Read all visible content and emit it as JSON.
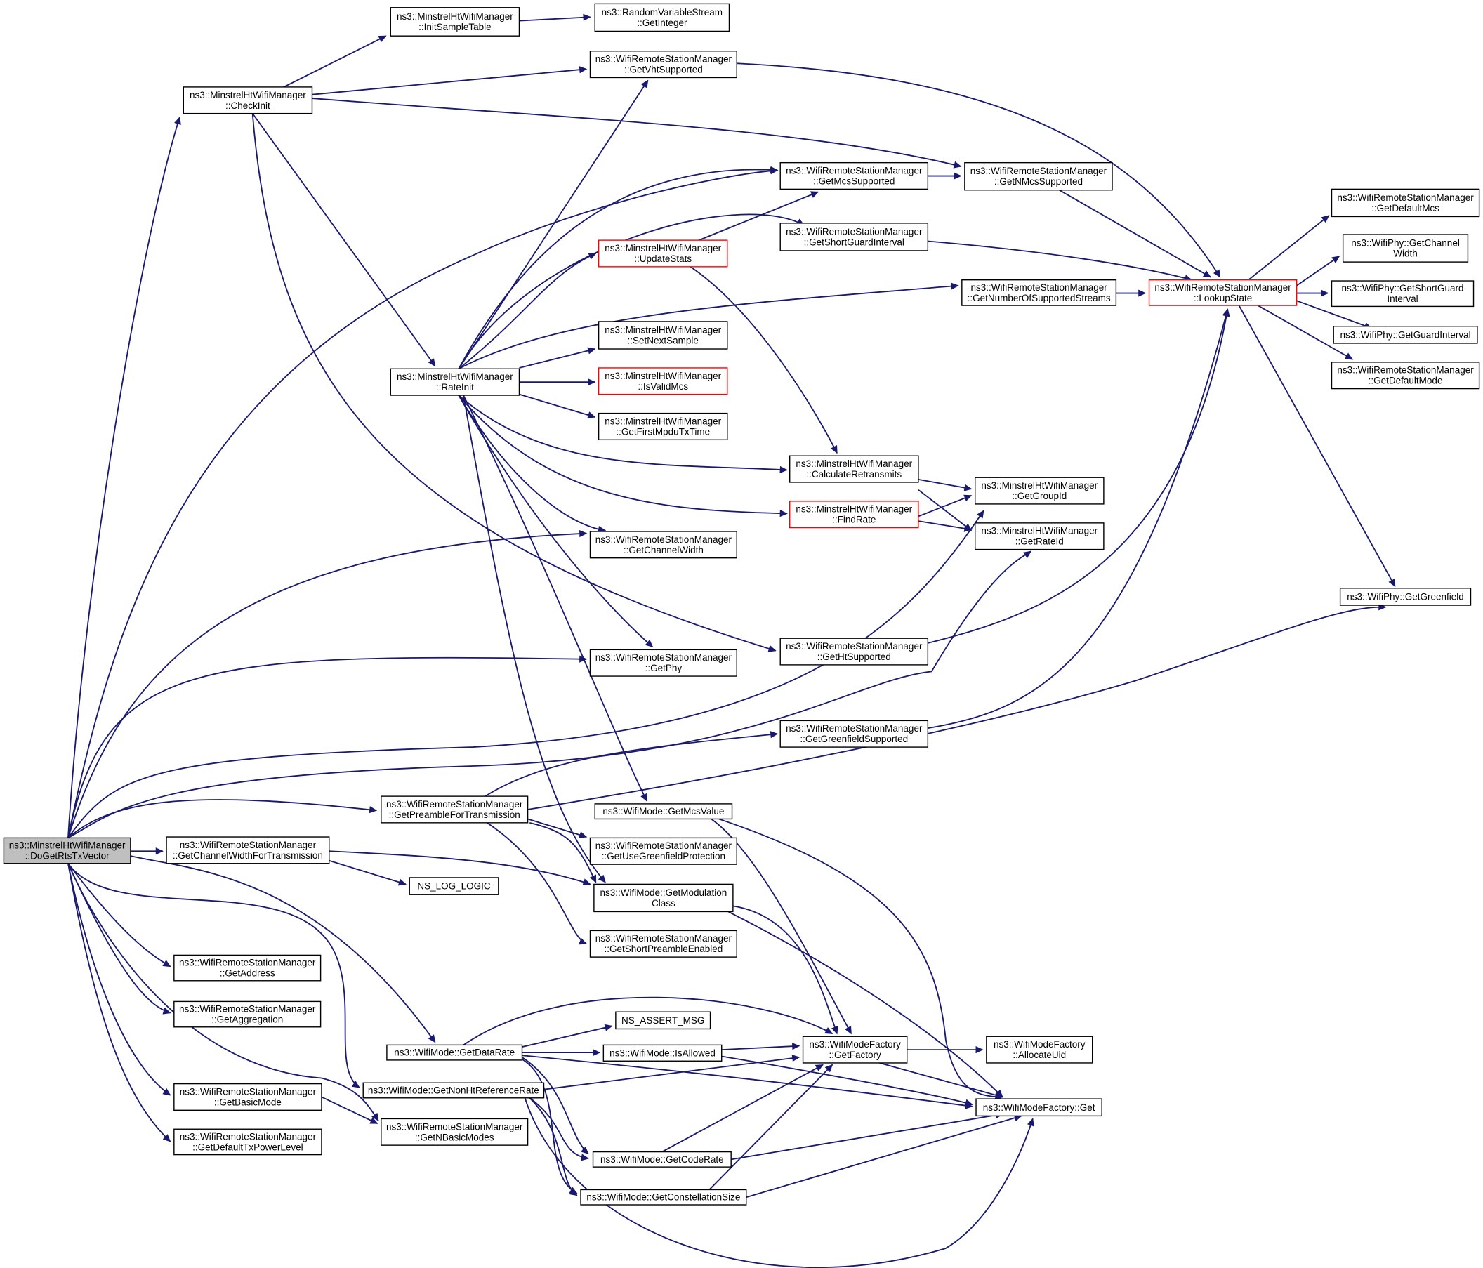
{
  "diagram": {
    "type": "call-graph",
    "nodes": [
      {
        "id": "DoGetRtsTxVector",
        "lines": [
          "ns3::MinstrelHtWifiManager",
          "::DoGetRtsTxVector"
        ],
        "style": "root"
      },
      {
        "id": "CheckInit",
        "lines": [
          "ns3::MinstrelHtWifiManager",
          "::CheckInit"
        ],
        "style": "normal"
      },
      {
        "id": "InitSampleTable",
        "lines": [
          "ns3::MinstrelHtWifiManager",
          "::InitSampleTable"
        ],
        "style": "normal"
      },
      {
        "id": "GetInteger",
        "lines": [
          "ns3::RandomVariableStream",
          "::GetInteger"
        ],
        "style": "normal"
      },
      {
        "id": "GetVhtSupported",
        "lines": [
          "ns3::WifiRemoteStationManager",
          "::GetVhtSupported"
        ],
        "style": "normal"
      },
      {
        "id": "GetMcsSupported",
        "lines": [
          "ns3::WifiRemoteStationManager",
          "::GetMcsSupported"
        ],
        "style": "normal"
      },
      {
        "id": "GetNMcsSupported",
        "lines": [
          "ns3::WifiRemoteStationManager",
          "::GetNMcsSupported"
        ],
        "style": "normal"
      },
      {
        "id": "GetShortGuardInterval",
        "lines": [
          "ns3::WifiRemoteStationManager",
          "::GetShortGuardInterval"
        ],
        "style": "normal"
      },
      {
        "id": "UpdateStats",
        "lines": [
          "ns3::MinstrelHtWifiManager",
          "::UpdateStats"
        ],
        "style": "red"
      },
      {
        "id": "GetNumberOfSupportedStreams",
        "lines": [
          "ns3::WifiRemoteStationManager",
          "::GetNumberOfSupportedStreams"
        ],
        "style": "normal"
      },
      {
        "id": "LookupState",
        "lines": [
          "ns3::WifiRemoteStationManager",
          "::LookupState"
        ],
        "style": "red"
      },
      {
        "id": "GetDefaultMcs",
        "lines": [
          "ns3::WifiRemoteStationManager",
          "::GetDefaultMcs"
        ],
        "style": "normal"
      },
      {
        "id": "PhyGetChannelWidth",
        "lines": [
          "ns3::WifiPhy::GetChannel",
          "Width"
        ],
        "style": "normal"
      },
      {
        "id": "PhyGetShortGuardInterval",
        "lines": [
          "ns3::WifiPhy::GetShortGuard",
          "Interval"
        ],
        "style": "normal"
      },
      {
        "id": "GetGuardInterval",
        "lines": [
          "ns3::WifiPhy::GetGuardInterval"
        ],
        "style": "normal"
      },
      {
        "id": "GetDefaultMode",
        "lines": [
          "ns3::WifiRemoteStationManager",
          "::GetDefaultMode"
        ],
        "style": "normal"
      },
      {
        "id": "SetNextSample",
        "lines": [
          "ns3::MinstrelHtWifiManager",
          "::SetNextSample"
        ],
        "style": "normal"
      },
      {
        "id": "RateInit",
        "lines": [
          "ns3::MinstrelHtWifiManager",
          "::RateInit"
        ],
        "style": "normal"
      },
      {
        "id": "IsValidMcs",
        "lines": [
          "ns3::MinstrelHtWifiManager",
          "::IsValidMcs"
        ],
        "style": "red"
      },
      {
        "id": "GetFirstMpduTxTime",
        "lines": [
          "ns3::MinstrelHtWifiManager",
          "::GetFirstMpduTxTime"
        ],
        "style": "normal"
      },
      {
        "id": "CalculateRetransmits",
        "lines": [
          "ns3::MinstrelHtWifiManager",
          "::CalculateRetransmits"
        ],
        "style": "normal"
      },
      {
        "id": "GetGroupId",
        "lines": [
          "ns3::MinstrelHtWifiManager",
          "::GetGroupId"
        ],
        "style": "normal"
      },
      {
        "id": "FindRate",
        "lines": [
          "ns3::MinstrelHtWifiManager",
          "::FindRate"
        ],
        "style": "red"
      },
      {
        "id": "GetRateId",
        "lines": [
          "ns3::MinstrelHtWifiManager",
          "::GetRateId"
        ],
        "style": "normal"
      },
      {
        "id": "GetChannelWidth",
        "lines": [
          "ns3::WifiRemoteStationManager",
          "::GetChannelWidth"
        ],
        "style": "normal"
      },
      {
        "id": "GetGreenfield",
        "lines": [
          "ns3::WifiPhy::GetGreenfield"
        ],
        "style": "normal"
      },
      {
        "id": "GetHtSupported",
        "lines": [
          "ns3::WifiRemoteStationManager",
          "::GetHtSupported"
        ],
        "style": "normal"
      },
      {
        "id": "GetPhy",
        "lines": [
          "ns3::WifiRemoteStationManager",
          "::GetPhy"
        ],
        "style": "normal"
      },
      {
        "id": "GetGreenfieldSupported",
        "lines": [
          "ns3::WifiRemoteStationManager",
          "::GetGreenfieldSupported"
        ],
        "style": "normal"
      },
      {
        "id": "GetPreambleForTransmission",
        "lines": [
          "ns3::WifiRemoteStationManager",
          "::GetPreambleForTransmission"
        ],
        "style": "normal"
      },
      {
        "id": "GetMcsValue",
        "lines": [
          "ns3::WifiMode::GetMcsValue"
        ],
        "style": "normal"
      },
      {
        "id": "GetChannelWidthForTransmission",
        "lines": [
          "ns3::WifiRemoteStationManager",
          "::GetChannelWidthForTransmission"
        ],
        "style": "normal"
      },
      {
        "id": "GetUseGreenfieldProtection",
        "lines": [
          "ns3::WifiRemoteStationManager",
          "::GetUseGreenfieldProtection"
        ],
        "style": "normal"
      },
      {
        "id": "NS_LOG_LOGIC",
        "lines": [
          "NS_LOG_LOGIC"
        ],
        "style": "normal"
      },
      {
        "id": "GetModulationClass",
        "lines": [
          "ns3::WifiMode::GetModulation",
          "Class"
        ],
        "style": "normal"
      },
      {
        "id": "GetShortPreambleEnabled",
        "lines": [
          "ns3::WifiRemoteStationManager",
          "::GetShortPreambleEnabled"
        ],
        "style": "normal"
      },
      {
        "id": "GetAddress",
        "lines": [
          "ns3::WifiRemoteStationManager",
          "::GetAddress"
        ],
        "style": "normal"
      },
      {
        "id": "GetAggregation",
        "lines": [
          "ns3::WifiRemoteStationManager",
          "::GetAggregation"
        ],
        "style": "normal"
      },
      {
        "id": "NS_ASSERT_MSG",
        "lines": [
          "NS_ASSERT_MSG"
        ],
        "style": "normal"
      },
      {
        "id": "GetDataRate",
        "lines": [
          "ns3::WifiMode::GetDataRate"
        ],
        "style": "normal"
      },
      {
        "id": "IsAllowed",
        "lines": [
          "ns3::WifiMode::IsAllowed"
        ],
        "style": "normal"
      },
      {
        "id": "GetFactory",
        "lines": [
          "ns3::WifiModeFactory",
          "::GetFactory"
        ],
        "style": "normal"
      },
      {
        "id": "AllocateUid",
        "lines": [
          "ns3::WifiModeFactory",
          "::AllocateUid"
        ],
        "style": "normal"
      },
      {
        "id": "GetNonHtReferenceRate",
        "lines": [
          "ns3::WifiMode::GetNonHtReferenceRate"
        ],
        "style": "normal"
      },
      {
        "id": "FactoryGet",
        "lines": [
          "ns3::WifiModeFactory::Get"
        ],
        "style": "normal"
      },
      {
        "id": "GetBasicMode",
        "lines": [
          "ns3::WifiRemoteStationManager",
          "::GetBasicMode"
        ],
        "style": "normal"
      },
      {
        "id": "GetNBasicModes",
        "lines": [
          "ns3::WifiRemoteStationManager",
          "::GetNBasicModes"
        ],
        "style": "normal"
      },
      {
        "id": "GetCodeRate",
        "lines": [
          "ns3::WifiMode::GetCodeRate"
        ],
        "style": "normal"
      },
      {
        "id": "GetDefaultTxPowerLevel",
        "lines": [
          "ns3::WifiRemoteStationManager",
          "::GetDefaultTxPowerLevel"
        ],
        "style": "normal"
      },
      {
        "id": "GetConstellationSize",
        "lines": [
          "ns3::WifiMode::GetConstellationSize"
        ],
        "style": "normal"
      }
    ],
    "colors": {
      "edge": "#191970",
      "box_border": "#000000",
      "box_border_highlight": "#ff0000",
      "root_fill": "#bfbfbf"
    }
  }
}
